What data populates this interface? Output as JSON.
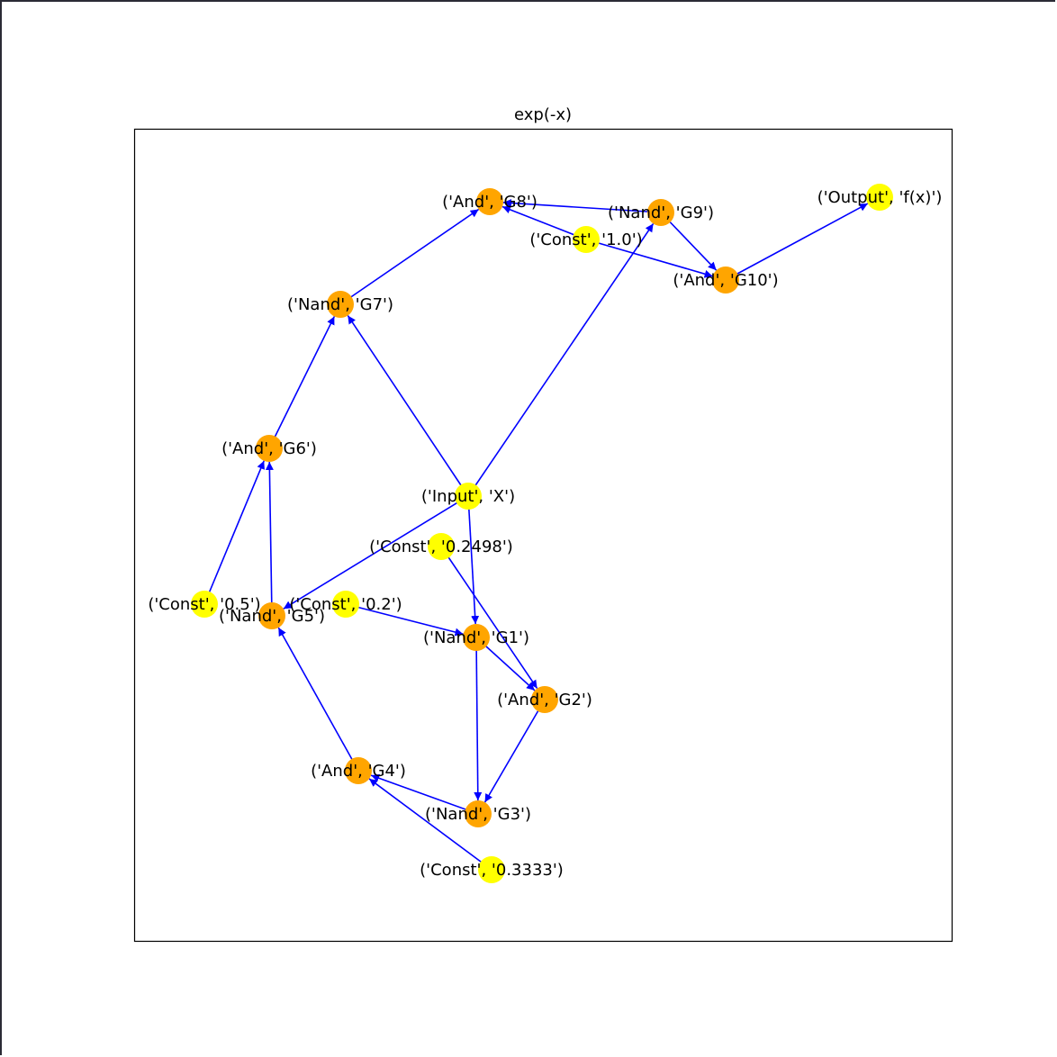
{
  "title": "exp(-x)",
  "colors": {
    "input_output_node": "#ffff00",
    "const_node": "#ffff00",
    "gate_node": "#ffa500",
    "edge": "#0000ff",
    "background": "#ffffff",
    "border": "#000000"
  },
  "nodes": [
    {
      "id": "X",
      "label": "('Input', 'X')",
      "kind": "io"
    },
    {
      "id": "c02498",
      "label": "('Const', '0.2498')",
      "kind": "const"
    },
    {
      "id": "c05",
      "label": "('Const', '0.5')",
      "kind": "const"
    },
    {
      "id": "c02",
      "label": "('Const', '0.2')",
      "kind": "const"
    },
    {
      "id": "c03333",
      "label": "('Const', '0.3333')",
      "kind": "const"
    },
    {
      "id": "c10",
      "label": "('Const', '1.0')",
      "kind": "const"
    },
    {
      "id": "G1",
      "label": "('Nand', 'G1')",
      "kind": "gate"
    },
    {
      "id": "G2",
      "label": "('And', 'G2')",
      "kind": "gate"
    },
    {
      "id": "G3",
      "label": "('Nand', 'G3')",
      "kind": "gate"
    },
    {
      "id": "G4",
      "label": "('And', 'G4')",
      "kind": "gate"
    },
    {
      "id": "G5",
      "label": "('Nand', 'G5')",
      "kind": "gate"
    },
    {
      "id": "G6",
      "label": "('And', 'G6')",
      "kind": "gate"
    },
    {
      "id": "G7",
      "label": "('Nand', 'G7')",
      "kind": "gate"
    },
    {
      "id": "G8",
      "label": "('And', 'G8')",
      "kind": "gate"
    },
    {
      "id": "G9",
      "label": "('Nand', 'G9')",
      "kind": "gate"
    },
    {
      "id": "G10",
      "label": "('And', 'G10')",
      "kind": "gate"
    },
    {
      "id": "out",
      "label": "('Output', 'f(x)')",
      "kind": "io"
    }
  ],
  "edges": [
    [
      "X",
      "G1"
    ],
    [
      "X",
      "G5"
    ],
    [
      "X",
      "G7"
    ],
    [
      "X",
      "G9"
    ],
    [
      "c02",
      "G1"
    ],
    [
      "G1",
      "G2"
    ],
    [
      "G1",
      "G3"
    ],
    [
      "c02498",
      "G2"
    ],
    [
      "G2",
      "G3"
    ],
    [
      "G3",
      "G4"
    ],
    [
      "c03333",
      "G4"
    ],
    [
      "G4",
      "G5"
    ],
    [
      "G5",
      "G6"
    ],
    [
      "c05",
      "G6"
    ],
    [
      "G6",
      "G7"
    ],
    [
      "G7",
      "G8"
    ],
    [
      "G9",
      "G8"
    ],
    [
      "c10",
      "G8"
    ],
    [
      "c10",
      "G10"
    ],
    [
      "G9",
      "G10"
    ],
    [
      "G10",
      "out"
    ]
  ]
}
